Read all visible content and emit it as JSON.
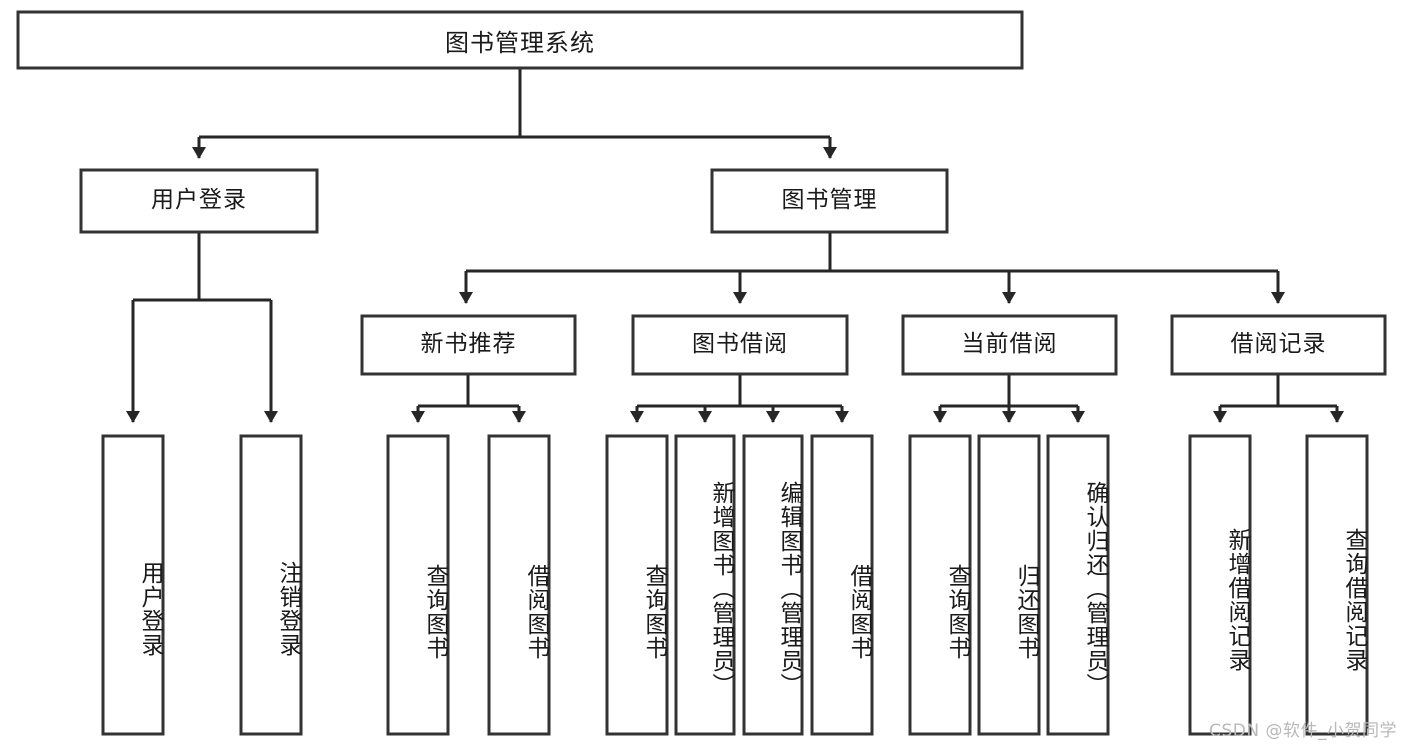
{
  "diagram": {
    "type": "tree-hierarchy-flowchart",
    "title": "图书管理系统",
    "style": {
      "box_fill": "#ffffff",
      "box_stroke": "#333333",
      "connector_stroke": "#262626",
      "text_color": "#1a1a1a",
      "background": "#ffffff"
    },
    "levels": [
      {
        "level": 1,
        "nodes": [
          {
            "id": "root",
            "label": "图书管理系统",
            "orientation": "horizontal"
          }
        ]
      },
      {
        "level": 2,
        "nodes": [
          {
            "id": "user-login",
            "label": "用户登录",
            "orientation": "horizontal",
            "parent": "root"
          },
          {
            "id": "book-manage",
            "label": "图书管理",
            "orientation": "horizontal",
            "parent": "root"
          }
        ]
      },
      {
        "level": 3,
        "nodes": [
          {
            "id": "new-book-rec",
            "label": "新书推荐",
            "orientation": "horizontal",
            "parent": "book-manage"
          },
          {
            "id": "book-borrow",
            "label": "图书借阅",
            "orientation": "horizontal",
            "parent": "book-manage"
          },
          {
            "id": "current-borrow",
            "label": "当前借阅",
            "orientation": "horizontal",
            "parent": "book-manage"
          },
          {
            "id": "borrow-record",
            "label": "借阅记录",
            "orientation": "horizontal",
            "parent": "book-manage"
          }
        ]
      },
      {
        "level": 4,
        "nodes": [
          {
            "id": "leaf-user-login",
            "label": "用户登录",
            "orientation": "vertical",
            "parent": "user-login"
          },
          {
            "id": "leaf-logout",
            "label": "注销登录",
            "orientation": "vertical",
            "parent": "user-login"
          },
          {
            "id": "leaf-query-book-1",
            "label": "查询图书",
            "orientation": "vertical",
            "parent": "new-book-rec"
          },
          {
            "id": "leaf-borrow-book-1",
            "label": "借阅图书",
            "orientation": "vertical",
            "parent": "new-book-rec"
          },
          {
            "id": "leaf-query-book-2",
            "label": "查询图书",
            "orientation": "vertical",
            "parent": "book-borrow"
          },
          {
            "id": "leaf-add-book",
            "label": "新增图书（管理员）",
            "orientation": "vertical",
            "parent": "book-borrow"
          },
          {
            "id": "leaf-edit-book",
            "label": "编辑图书（管理员）",
            "orientation": "vertical",
            "parent": "book-borrow"
          },
          {
            "id": "leaf-borrow-book-2",
            "label": "借阅图书",
            "orientation": "vertical",
            "parent": "book-borrow"
          },
          {
            "id": "leaf-query-book-3",
            "label": "查询图书",
            "orientation": "vertical",
            "parent": "current-borrow"
          },
          {
            "id": "leaf-return-book",
            "label": "归还图书",
            "orientation": "vertical",
            "parent": "current-borrow"
          },
          {
            "id": "leaf-confirm-return",
            "label": "确认归还（管理员）",
            "orientation": "vertical",
            "parent": "current-borrow"
          },
          {
            "id": "leaf-add-record",
            "label": "新增借阅记录",
            "orientation": "vertical",
            "parent": "borrow-record"
          },
          {
            "id": "leaf-query-record",
            "label": "查询借阅记录",
            "orientation": "vertical",
            "parent": "borrow-record"
          }
        ]
      }
    ]
  },
  "watermark": {
    "text": "CSDN @软件_小贺同学"
  }
}
